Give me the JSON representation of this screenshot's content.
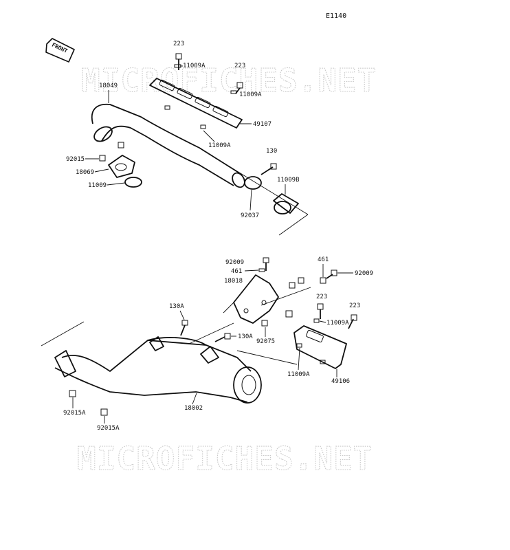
{
  "diagram": {
    "code": "E1140",
    "front_label": "FRONT",
    "watermark": "MICROFICHES.NET",
    "parts": {
      "p223a": "223",
      "p11009a_1": "11009A",
      "p223b": "223",
      "p18049": "18049",
      "p11009a_2": "11009A",
      "p49107": "49107",
      "p11009a_3": "11009A",
      "p92015": "92015",
      "p18069": "18069",
      "p11009": "11009",
      "p130": "130",
      "p11009b": "11009B",
      "p92037": "92037",
      "p92009a": "92009",
      "p461a": "461",
      "p18018": "18018",
      "p461b": "461",
      "p92009b": "92009",
      "p130a_1": "130A",
      "p130a_2": "130A",
      "p92075": "92075",
      "p223c": "223",
      "p223d": "223",
      "p11009a_4": "11009A",
      "p11009a_5": "11009A",
      "p49106": "49106",
      "p18002": "18002",
      "p92015a_1": "92015A",
      "p92015a_2": "92015A"
    }
  }
}
